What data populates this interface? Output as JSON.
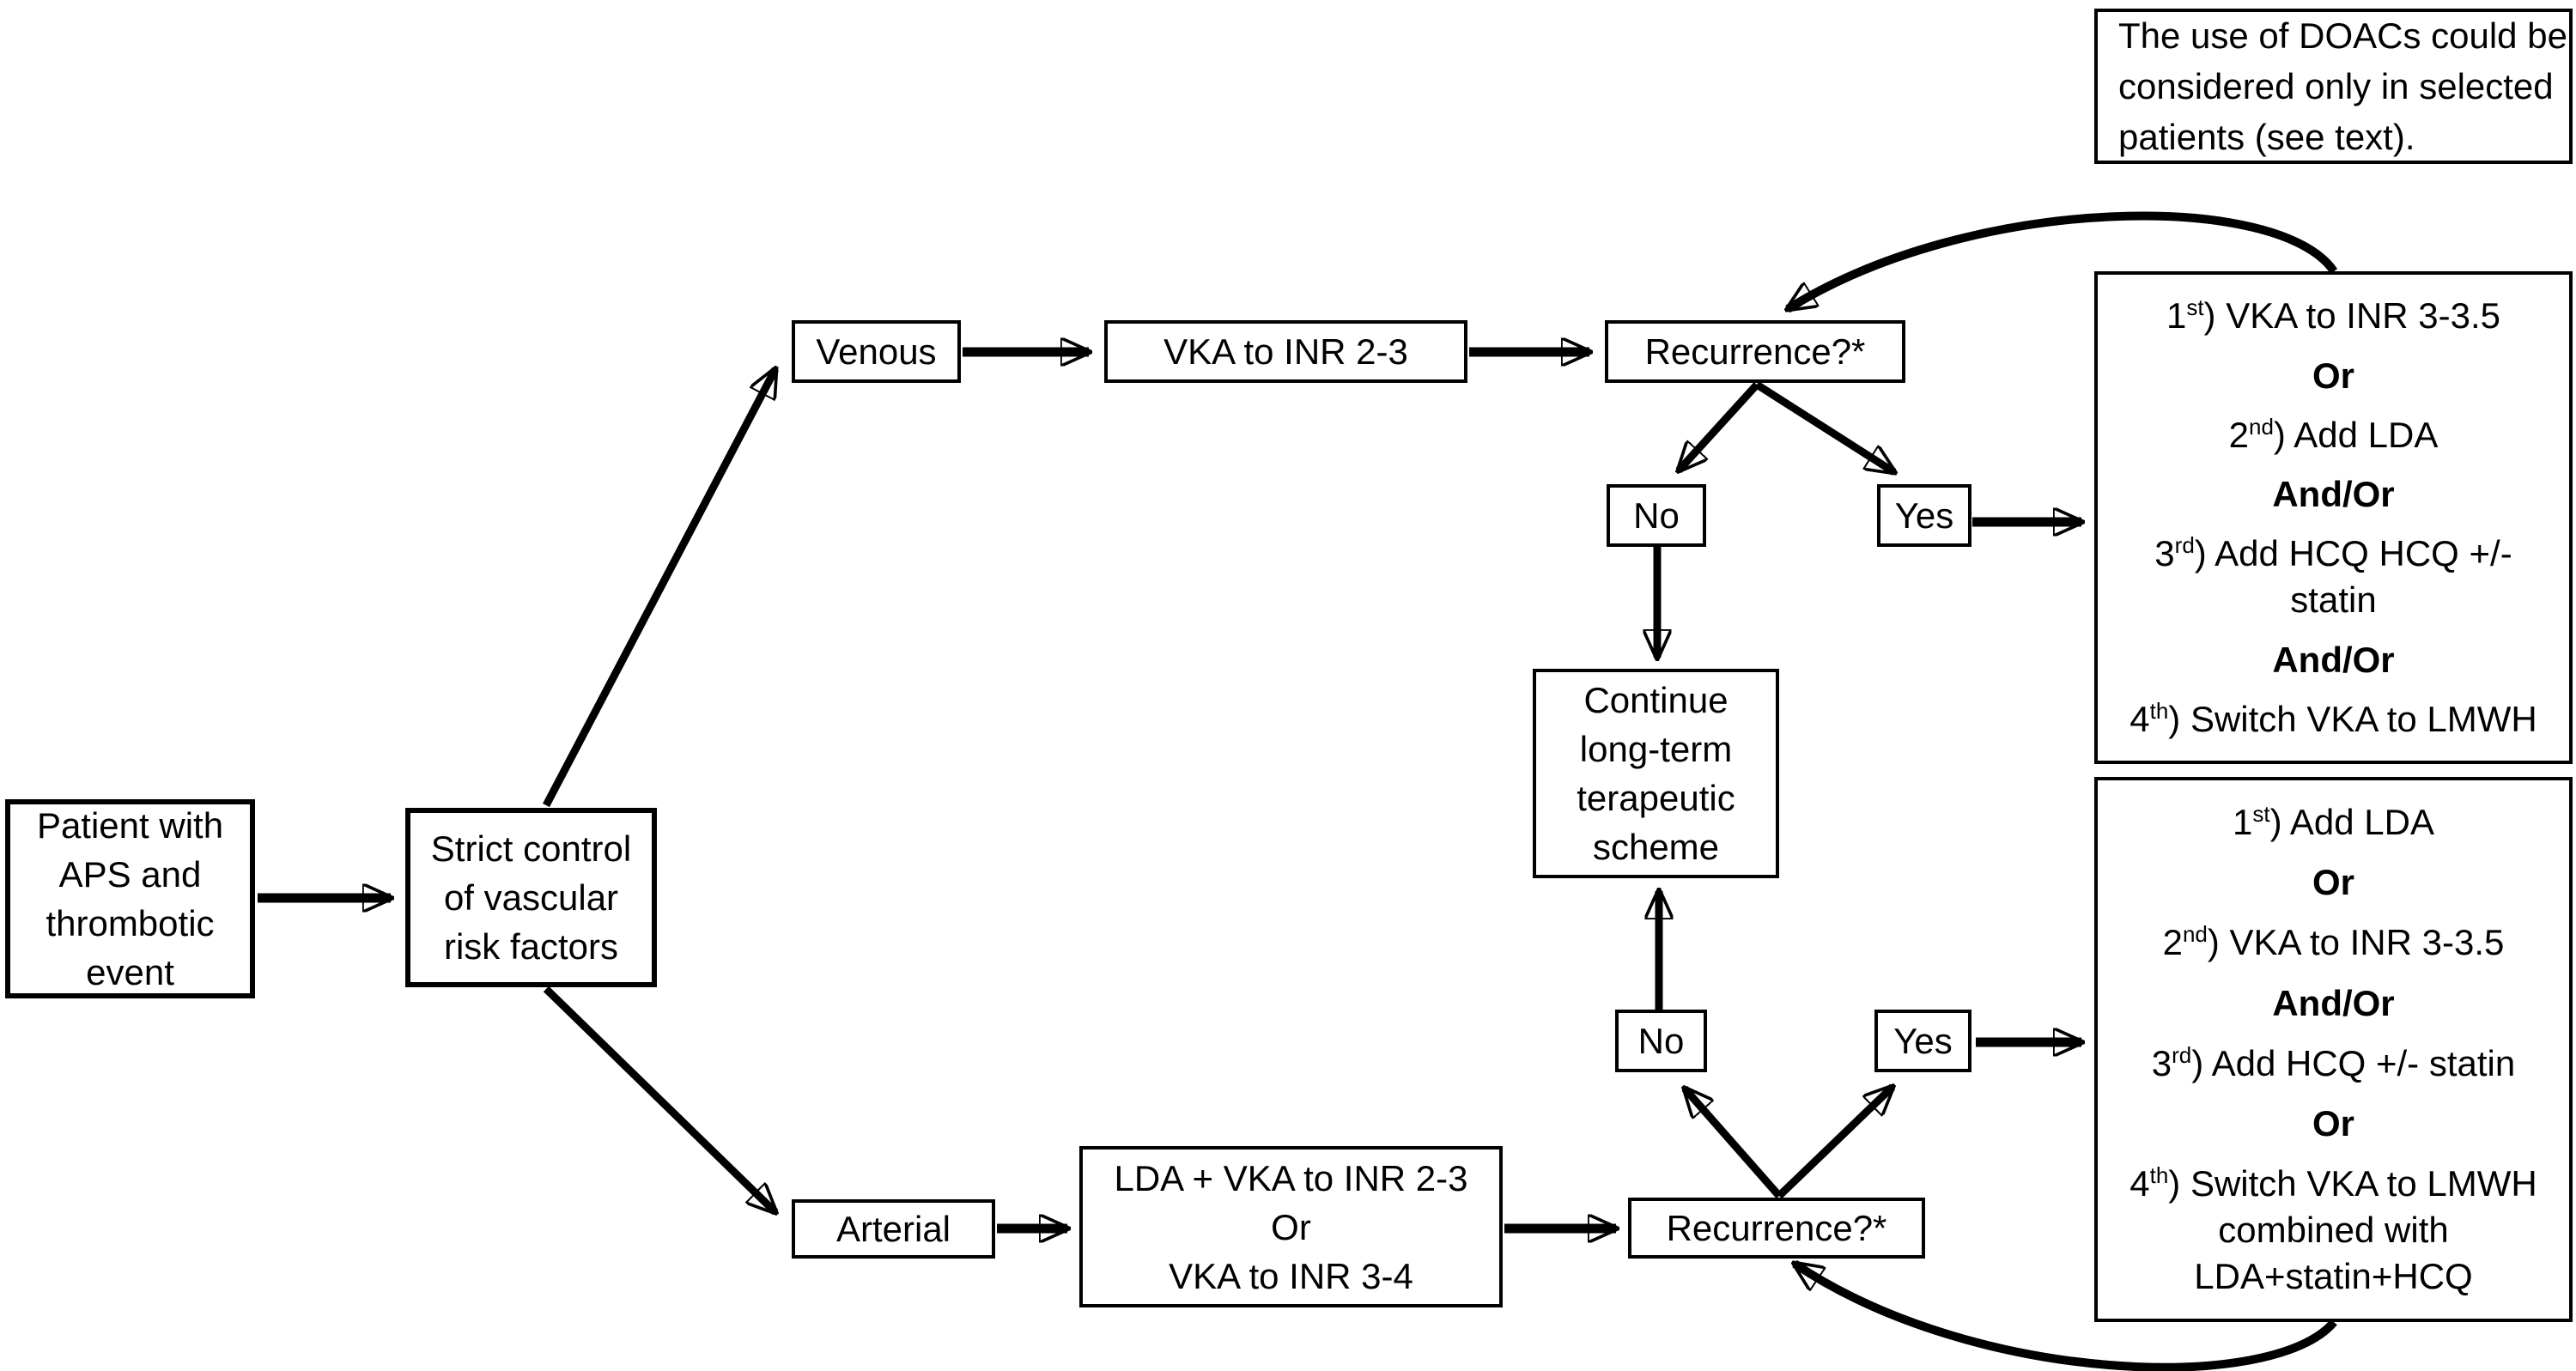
{
  "colors": {
    "background": "#ffffff",
    "line": "#000000"
  },
  "note_box": {
    "lines": [
      "The use of DOACs could be",
      "considered only in selected",
      "patients (see text)."
    ]
  },
  "nodes": {
    "patient": {
      "lines": [
        "Patient with",
        "APS and",
        "thrombotic",
        "event"
      ]
    },
    "strict": {
      "lines": [
        "Strict control",
        "of vascular",
        "risk factors"
      ]
    },
    "venous": {
      "label": "Venous"
    },
    "vka_inr23": {
      "label": "VKA to INR 2-3"
    },
    "recurrence_top": {
      "label": "Recurrence?*"
    },
    "no_top": {
      "label": "No"
    },
    "yes_top": {
      "label": "Yes"
    },
    "continue_scheme": {
      "lines": [
        "Continue",
        "long-term",
        "terapeutic",
        "scheme"
      ]
    },
    "arterial": {
      "label": "Arterial"
    },
    "lda_vka": {
      "lines": [
        "LDA + VKA to INR 2-3",
        "Or",
        "VKA to INR 3-4"
      ]
    },
    "recurrence_bottom": {
      "label": "Recurrence?*"
    },
    "no_bottom": {
      "label": "No"
    },
    "yes_bottom": {
      "label": "Yes"
    },
    "treatment_venous": {
      "paragraphs": [
        {
          "num": "1",
          "sup": "st",
          "rest": ") VKA to INR 3-3.5"
        },
        {
          "text": "Or"
        },
        {
          "num": "2",
          "sup": "nd",
          "rest": ") Add LDA"
        },
        {
          "text": "And/Or"
        },
        {
          "num": "3",
          "sup": "rd",
          "rest": ") Add HCQ HCQ +/-",
          "line2": "statin"
        },
        {
          "text": "And/Or"
        },
        {
          "num": "4",
          "sup": "th",
          "rest": ") Switch VKA to LMWH"
        }
      ]
    },
    "treatment_arterial": {
      "paragraphs": [
        {
          "num": "1",
          "sup": "st",
          "rest": ") Add LDA"
        },
        {
          "text": "Or"
        },
        {
          "num": "2",
          "sup": "nd",
          "rest": ") VKA to INR 3-3.5"
        },
        {
          "text": "And/Or"
        },
        {
          "num": "3",
          "sup": "rd",
          "rest": ") Add HCQ +/- statin"
        },
        {
          "text": "Or"
        },
        {
          "num": "4",
          "sup": "th",
          "rest": ") Switch VKA to LMWH",
          "line2": "combined with",
          "line3": "LDA+statin+HCQ"
        }
      ]
    }
  }
}
